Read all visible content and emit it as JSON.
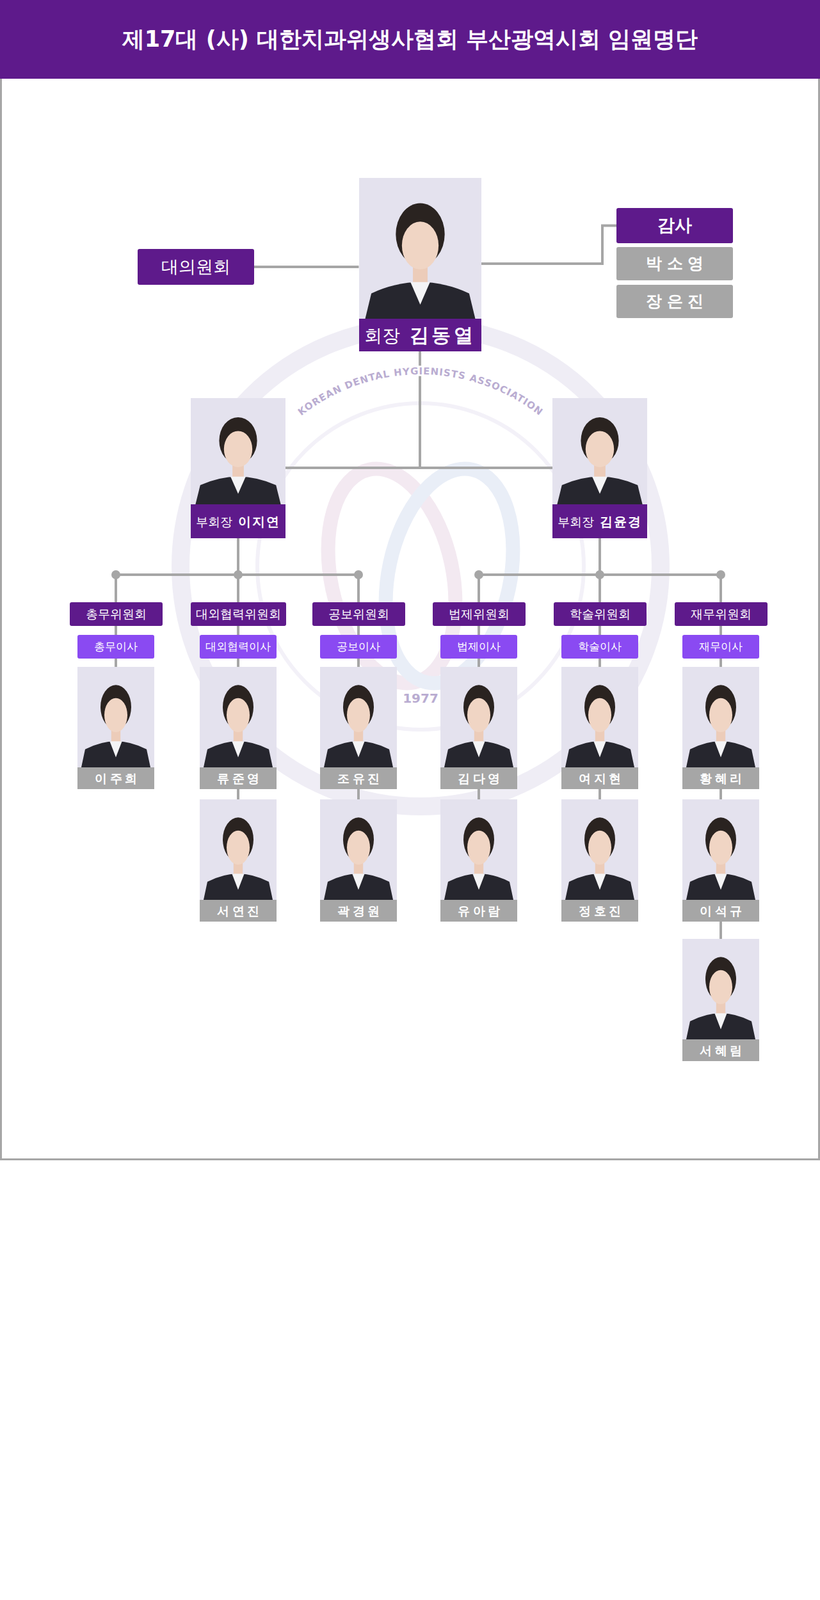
{
  "diagram": {
    "title": "제17대 (사) 대한치과위생사협회 부산광역시회 임원명단",
    "nodes": [
      {
        "text": [
          "회장",
          "김동열"
        ]
      },
      {
        "text": [
          "대의원회"
        ]
      },
      {
        "text": [
          "감사"
        ]
      },
      {
        "text": [
          "박소영"
        ]
      },
      {
        "text": [
          "장은진"
        ]
      },
      {
        "text": [
          "부회장",
          "이지연"
        ]
      },
      {
        "text": [
          "부회장",
          "김윤경"
        ]
      },
      {
        "text": [
          "총무위원회"
        ]
      },
      {
        "text": [
          "총무이사"
        ]
      },
      {
        "text": [
          "이주희"
        ]
      },
      {
        "text": [
          "대외협력위원회"
        ]
      },
      {
        "text": [
          "대외협력이사"
        ]
      },
      {
        "text": [
          "류준영"
        ]
      },
      {
        "text": [
          "서연진"
        ]
      },
      {
        "text": [
          "공보위원회"
        ]
      },
      {
        "text": [
          "공보이사"
        ]
      },
      {
        "text": [
          "조유진"
        ]
      },
      {
        "text": [
          "곽경원"
        ]
      },
      {
        "text": [
          "법제위원회"
        ]
      },
      {
        "text": [
          "법제이사"
        ]
      },
      {
        "text": [
          "김다영"
        ]
      },
      {
        "text": [
          "유아람"
        ]
      },
      {
        "text": [
          "학술위원회"
        ]
      },
      {
        "text": [
          "학술이사"
        ]
      },
      {
        "text": [
          "여지현"
        ]
      },
      {
        "text": [
          "정호진"
        ]
      },
      {
        "text": [
          "재무위원회"
        ]
      },
      {
        "text": [
          "재무이사"
        ]
      },
      {
        "text": [
          "황혜리"
        ]
      },
      {
        "text": [
          "이석규"
        ]
      },
      {
        "text": [
          "서혜림"
        ]
      }
    ],
    "edges": [
      {
        "from": 0,
        "to": 1,
        "arrow": "none"
      },
      {
        "from": 0,
        "to": 2,
        "arrow": "none"
      },
      {
        "from": 0,
        "to": 5,
        "arrow": "none"
      },
      {
        "from": 0,
        "to": 6,
        "arrow": "none"
      },
      {
        "from": 5,
        "to": 7,
        "arrow": "none"
      },
      {
        "from": 5,
        "to": 10,
        "arrow": "none"
      },
      {
        "from": 5,
        "to": 14,
        "arrow": "none"
      },
      {
        "from": 6,
        "to": 18,
        "arrow": "none"
      },
      {
        "from": 6,
        "to": 22,
        "arrow": "none"
      },
      {
        "from": 6,
        "to": 26,
        "arrow": "none"
      },
      {
        "from": 7,
        "to": 8,
        "arrow": "none"
      },
      {
        "from": 8,
        "to": 9,
        "arrow": "none"
      },
      {
        "from": 10,
        "to": 11,
        "arrow": "none"
      },
      {
        "from": 11,
        "to": 12,
        "arrow": "none"
      },
      {
        "from": 12,
        "to": 13,
        "arrow": "none"
      },
      {
        "from": 14,
        "to": 15,
        "arrow": "none"
      },
      {
        "from": 15,
        "to": 16,
        "arrow": "none"
      },
      {
        "from": 16,
        "to": 17,
        "arrow": "none"
      },
      {
        "from": 18,
        "to": 19,
        "arrow": "none"
      },
      {
        "from": 19,
        "to": 20,
        "arrow": "none"
      },
      {
        "from": 20,
        "to": 21,
        "arrow": "none"
      },
      {
        "from": 22,
        "to": 23,
        "arrow": "none"
      },
      {
        "from": 23,
        "to": 24,
        "arrow": "none"
      },
      {
        "from": 24,
        "to": 25,
        "arrow": "none"
      },
      {
        "from": 26,
        "to": 27,
        "arrow": "none"
      },
      {
        "from": 27,
        "to": 28,
        "arrow": "none"
      },
      {
        "from": 28,
        "to": 29,
        "arrow": "none"
      },
      {
        "from": 29,
        "to": 30,
        "arrow": "none"
      }
    ],
    "labels": [
      "KOREAN DENTAL HYGIENISTS ASSOCIATION",
      "1977"
    ]
  }
}
